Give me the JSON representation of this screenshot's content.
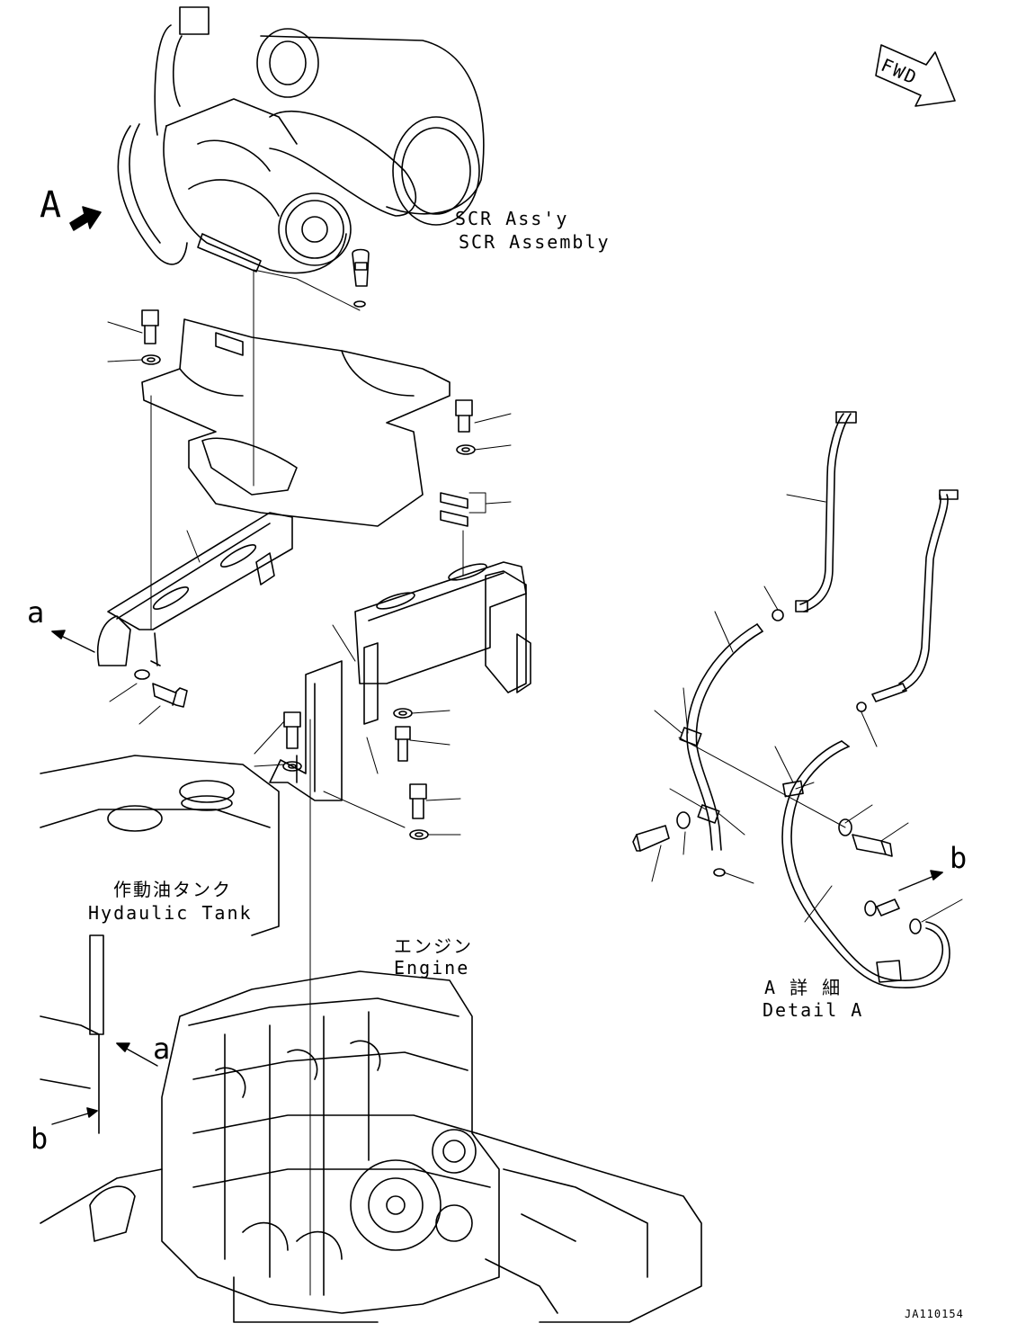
{
  "labels": {
    "scr_jp": "SCR Ass'y",
    "scr_en": "SCR Assembly",
    "tank_jp": "作動油タンク",
    "tank_en": "Hydaulic Tank",
    "engine_jp": "エンジン",
    "engine_en": "Engine",
    "detail_jp": "A 詳 細",
    "detail_en": "Detail A",
    "fwd": "FWD",
    "view_a": "A",
    "ref_a_top": "a",
    "ref_a_engine": "a",
    "ref_b_engine": "b",
    "ref_b_detail": "b",
    "drawing_code": "JA110154"
  },
  "colors": {
    "line": "#000000",
    "background": "#ffffff"
  }
}
